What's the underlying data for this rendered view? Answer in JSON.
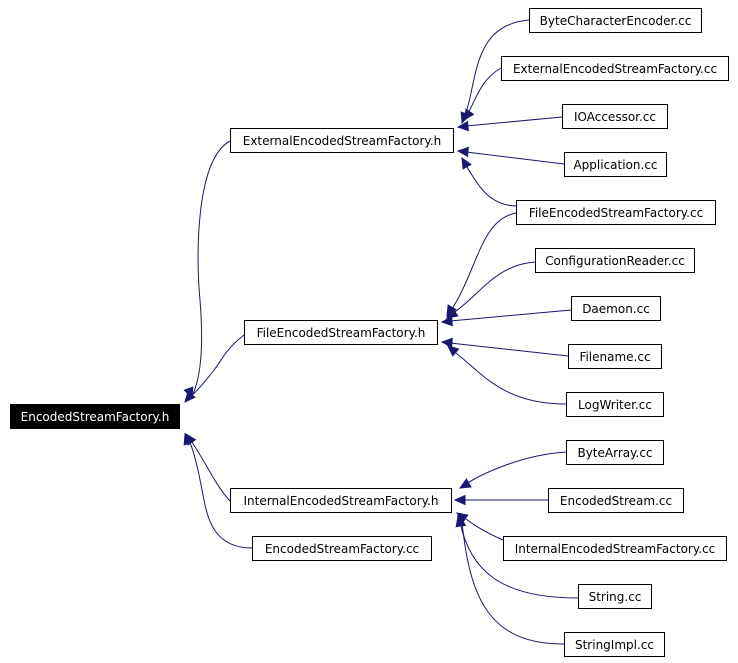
{
  "diagram": {
    "root": "EncodedStreamFactory.h",
    "headers": [
      {
        "label": "ExternalEncodedStreamFactory.h",
        "includers": [
          "ByteCharacterEncoder.cc",
          "ExternalEncodedStreamFactory.cc",
          "IOAccessor.cc",
          "Application.cc",
          "FileEncodedStreamFactory.cc"
        ]
      },
      {
        "label": "FileEncodedStreamFactory.h",
        "includers": [
          "FileEncodedStreamFactory.cc",
          "ConfigurationReader.cc",
          "Daemon.cc",
          "Filename.cc",
          "LogWriter.cc"
        ]
      },
      {
        "label": "InternalEncodedStreamFactory.h",
        "includers": [
          "ByteArray.cc",
          "EncodedStream.cc",
          "InternalEncodedStreamFactory.cc",
          "String.cc",
          "StringImpl.cc"
        ]
      }
    ],
    "direct_includers": [
      "EncodedStreamFactory.cc"
    ],
    "colors": {
      "edge": "#191970",
      "root_fill": "#000000",
      "root_text": "#ffffff",
      "node_border": "#000000"
    }
  }
}
